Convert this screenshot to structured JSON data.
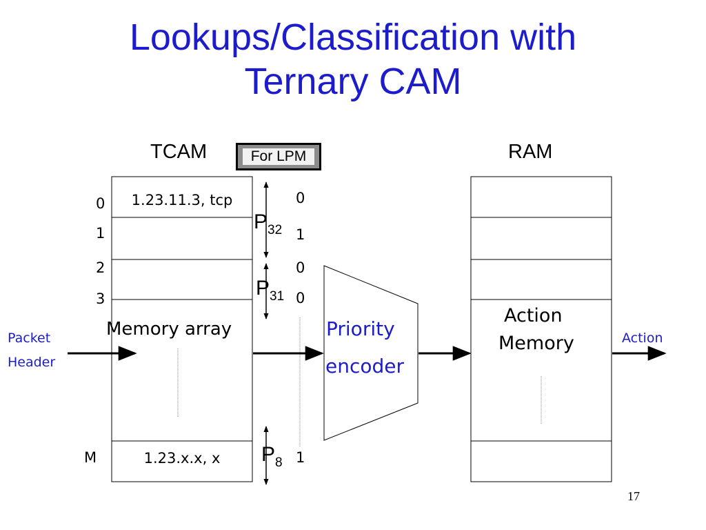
{
  "slide": {
    "title_line1": "Lookups/Classification with",
    "title_line2": "Ternary CAM",
    "number": "17"
  },
  "tcam": {
    "label": "TCAM",
    "badge": "For LPM",
    "entries": [
      "1.23.11.3, tcp",
      "1.23.x.x, x"
    ],
    "row_indices": [
      "0",
      "1",
      "2",
      "3",
      "M"
    ],
    "array_label": "Memory array"
  },
  "priorities": [
    {
      "p": "P",
      "sub": "32"
    },
    {
      "p": "P",
      "sub": "31"
    },
    {
      "p": "P",
      "sub": "8"
    }
  ],
  "match_bits": [
    "0",
    "1",
    "0",
    "0",
    "1"
  ],
  "encoder": {
    "line1": "Priority",
    "line2": "encoder"
  },
  "ram": {
    "label": "RAM",
    "line1": "Action",
    "line2": "Memory"
  },
  "input": {
    "line1": "Packet",
    "line2": "Header"
  },
  "output": {
    "label": "Action"
  },
  "colors": {
    "accent": "#1c1ccc",
    "badge_border": "#8c8c8c"
  }
}
